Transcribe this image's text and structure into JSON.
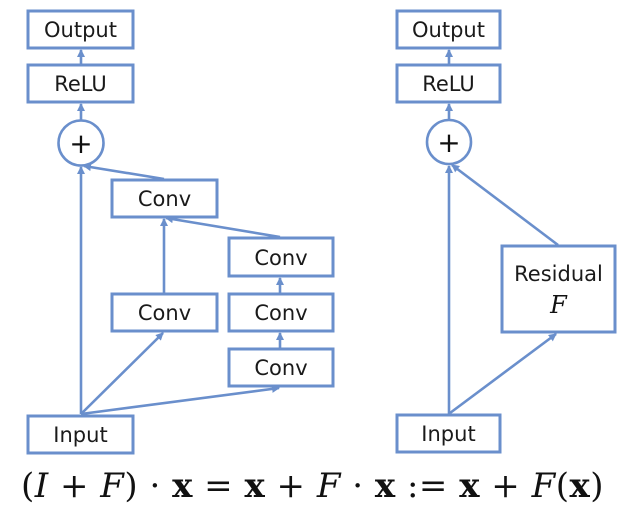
{
  "diagram": {
    "title": "Inception-ResNet block vs. residual block",
    "stroke_color": "#6a8fcc",
    "left_block": {
      "output_label": "Output",
      "relu_label": "ReLU",
      "add_symbol": "+",
      "conv_top_label": "Conv",
      "conv_branch2_label": "Conv",
      "conv_branch3_top_label": "Conv",
      "conv_branch3_mid_label": "Conv",
      "conv_branch3_bottom_label": "Conv",
      "input_label": "Input"
    },
    "right_block": {
      "output_label": "Output",
      "relu_label": "ReLU",
      "add_symbol": "+",
      "residual_label": "Residual",
      "residual_symbol": "F",
      "input_label": "Input"
    },
    "edges": [
      {
        "from": "left.input",
        "to": "left.add"
      },
      {
        "from": "left.input",
        "to": "left.conv_branch2"
      },
      {
        "from": "left.input",
        "to": "left.conv_branch3_bottom"
      },
      {
        "from": "left.conv_branch3_bottom",
        "to": "left.conv_branch3_mid"
      },
      {
        "from": "left.conv_branch3_mid",
        "to": "left.conv_branch3_top"
      },
      {
        "from": "left.conv_branch2",
        "to": "left.conv_top"
      },
      {
        "from": "left.conv_branch3_top",
        "to": "left.conv_top"
      },
      {
        "from": "left.conv_top",
        "to": "left.add"
      },
      {
        "from": "left.add",
        "to": "left.relu"
      },
      {
        "from": "left.relu",
        "to": "left.output"
      },
      {
        "from": "right.input",
        "to": "right.add"
      },
      {
        "from": "right.input",
        "to": "right.residual"
      },
      {
        "from": "right.residual",
        "to": "right.add"
      },
      {
        "from": "right.add",
        "to": "right.relu"
      },
      {
        "from": "right.relu",
        "to": "right.output"
      }
    ]
  },
  "formula": {
    "parts": [
      {
        "t": "(",
        "s": "rm"
      },
      {
        "t": "I",
        "s": "it"
      },
      {
        "t": " + ",
        "s": "rm"
      },
      {
        "t": "F",
        "s": "it"
      },
      {
        "t": ") · ",
        "s": "rm"
      },
      {
        "t": "x",
        "s": "bf"
      },
      {
        "t": " = ",
        "s": "rm"
      },
      {
        "t": "x",
        "s": "bf"
      },
      {
        "t": " + ",
        "s": "rm"
      },
      {
        "t": "F",
        "s": "it"
      },
      {
        "t": " · ",
        "s": "rm"
      },
      {
        "t": "x",
        "s": "bf"
      },
      {
        "t": " := ",
        "s": "rm"
      },
      {
        "t": "x",
        "s": "bf"
      },
      {
        "t": " + ",
        "s": "rm"
      },
      {
        "t": "F",
        "s": "it"
      },
      {
        "t": "(",
        "s": "rm"
      },
      {
        "t": "x",
        "s": "bf"
      },
      {
        "t": ")",
        "s": "rm"
      }
    ]
  }
}
